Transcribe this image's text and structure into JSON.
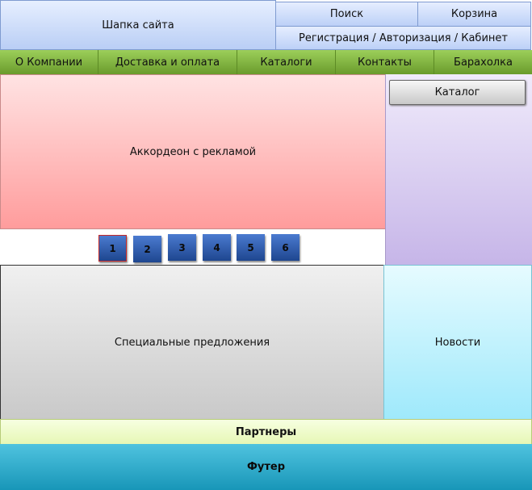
{
  "header": {
    "title": "Шапка сайта"
  },
  "top_links": {
    "search": "Поиск",
    "cart": "Корзина",
    "auth": "Регистрация / Авторизация / Кабинет"
  },
  "nav": {
    "items": [
      {
        "label": "О Компании"
      },
      {
        "label": "Доставка и оплата"
      },
      {
        "label": "Каталоги"
      },
      {
        "label": "Контакты"
      },
      {
        "label": "Барахолка"
      }
    ]
  },
  "accordion": {
    "label": "Аккордеон с рекламой"
  },
  "sidebar": {
    "catalog_button": "Каталог"
  },
  "pager": {
    "pages": [
      {
        "label": "1",
        "active": true
      },
      {
        "label": "2"
      },
      {
        "label": "3"
      },
      {
        "label": "4"
      },
      {
        "label": "5"
      },
      {
        "label": "6"
      }
    ]
  },
  "specials": {
    "label": "Специальные предложения"
  },
  "news": {
    "label": "Новости"
  },
  "partners": {
    "label": "Партнеры"
  },
  "footer": {
    "label": "Футер"
  },
  "colors": {
    "header": "#cfdcf8",
    "nav": "#7fb43d",
    "accordion": "#ffbcbc",
    "sidebar": "#d8ccf0",
    "pager_button": "#2f5db3",
    "specials": "#dcdcdc",
    "news": "#c4f2fd",
    "partners": "#eefbc9",
    "footer": "#2bacce"
  }
}
